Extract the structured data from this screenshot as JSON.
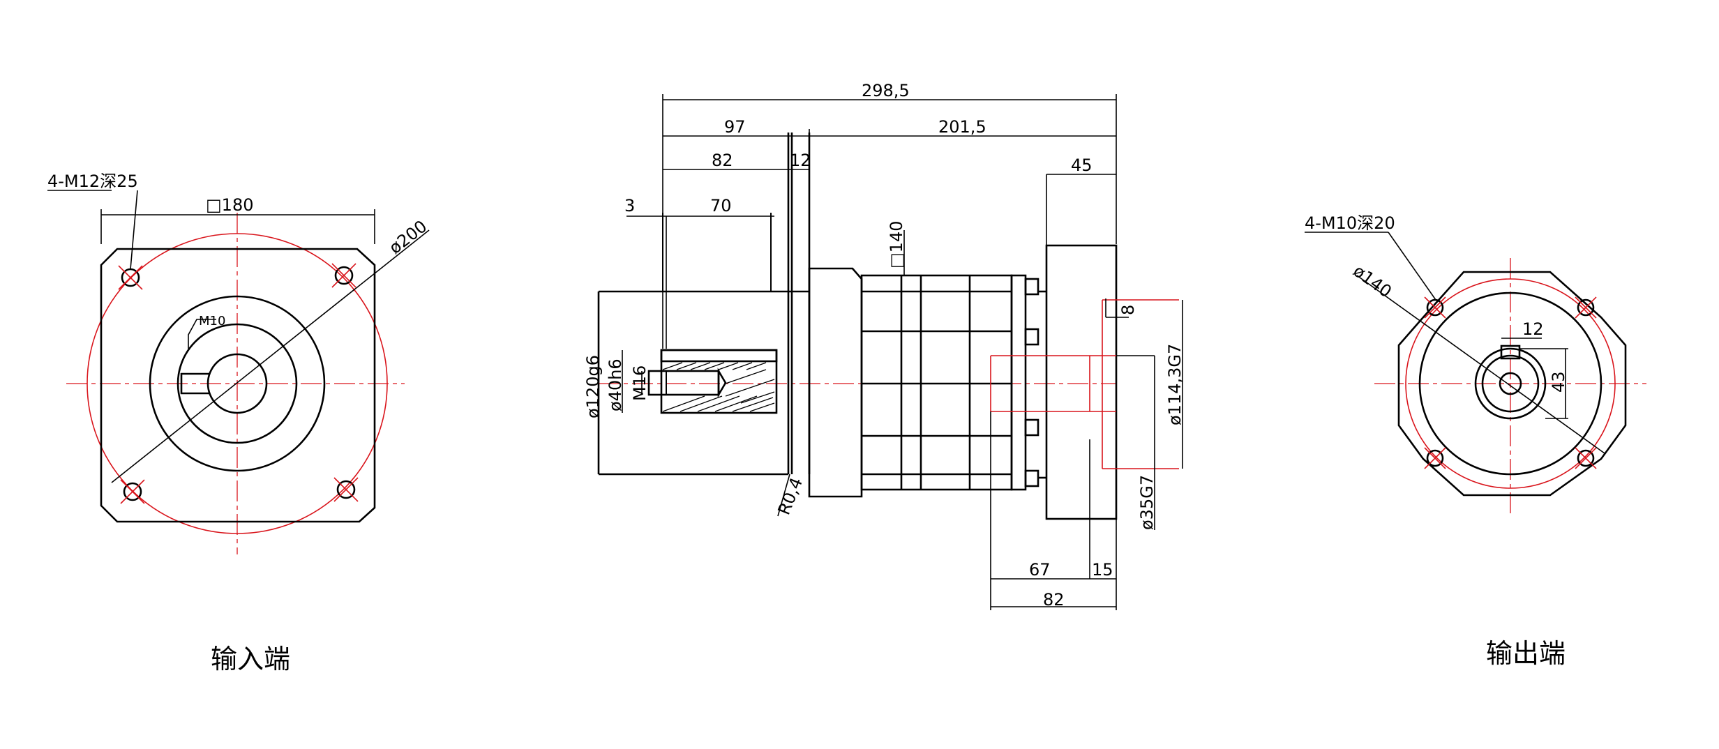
{
  "views": {
    "input": {
      "caption": "输入端",
      "labels": {
        "holes": "4-M12深25",
        "square": "□180",
        "circle": "ø200",
        "tap": "M10"
      }
    },
    "side": {
      "labels": {
        "total": "298,5",
        "d97": "97",
        "d201": "201,5",
        "d82": "82",
        "d12": "12",
        "d3": "3",
        "d70": "70",
        "d45": "45",
        "sq140": "□140",
        "d8": "8",
        "dia120": "ø120g6",
        "dia40": "ø40h6",
        "m16": "M16",
        "r04": "R0,4",
        "dia114": "ø114,3G7",
        "dia35": "ø35G7",
        "d67": "67",
        "d15": "15",
        "d82b": "82"
      }
    },
    "output": {
      "caption": "输出端",
      "labels": {
        "holes": "4-M10深20",
        "circle": "ø140",
        "key": "12",
        "height": "43"
      }
    }
  }
}
